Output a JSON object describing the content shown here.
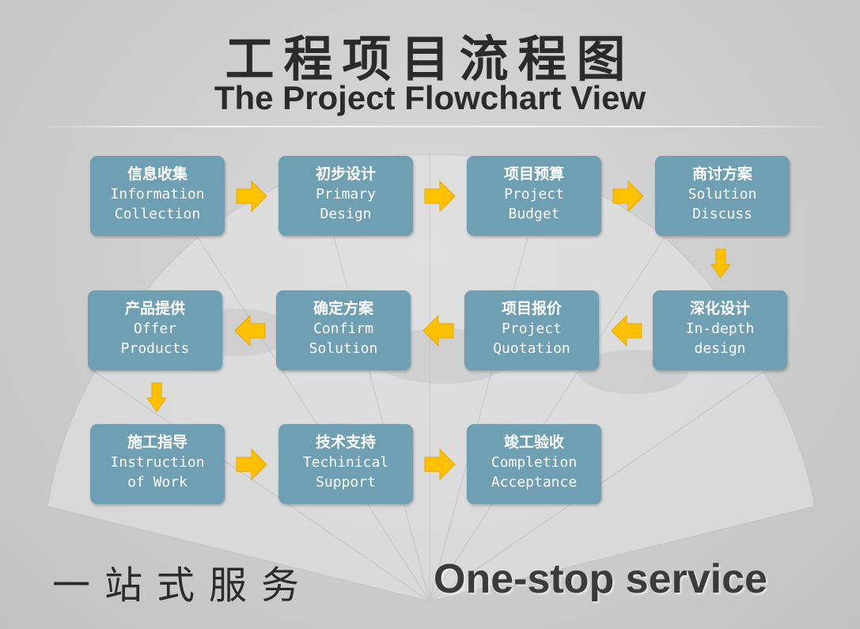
{
  "title": {
    "cn": "工程项目流程图",
    "en": "The Project Flowchart View"
  },
  "steps": [
    {
      "cn": "信息收集",
      "en1": "Information",
      "en2": "Collection"
    },
    {
      "cn": "初步设计",
      "en1": "Primary",
      "en2": "Design"
    },
    {
      "cn": "项目预算",
      "en1": "Project",
      "en2": "Budget"
    },
    {
      "cn": "商讨方案",
      "en1": "Solution",
      "en2": "Discuss"
    },
    {
      "cn": "深化设计",
      "en1": "In-depth",
      "en2": "design"
    },
    {
      "cn": "项目报价",
      "en1": "Project",
      "en2": "Quotation"
    },
    {
      "cn": "确定方案",
      "en1": "Confirm",
      "en2": "Solution"
    },
    {
      "cn": "产品提供",
      "en1": "Offer",
      "en2": "Products"
    },
    {
      "cn": "施工指导",
      "en1": "Instruction",
      "en2": "of Work"
    },
    {
      "cn": "技术支持",
      "en1": "Techinical",
      "en2": "Support"
    },
    {
      "cn": "竣工验收",
      "en1": "Completion",
      "en2": "Acceptance"
    }
  ],
  "footer": {
    "cn": "一站式服务",
    "en": "One-stop service"
  },
  "colors": {
    "box": "#6e9fb3",
    "arrow": "#ffc000",
    "text_dark": "#2b2b2b"
  },
  "icons": {
    "arrow": "arrow-icon",
    "background": "folding-fan-painting"
  }
}
